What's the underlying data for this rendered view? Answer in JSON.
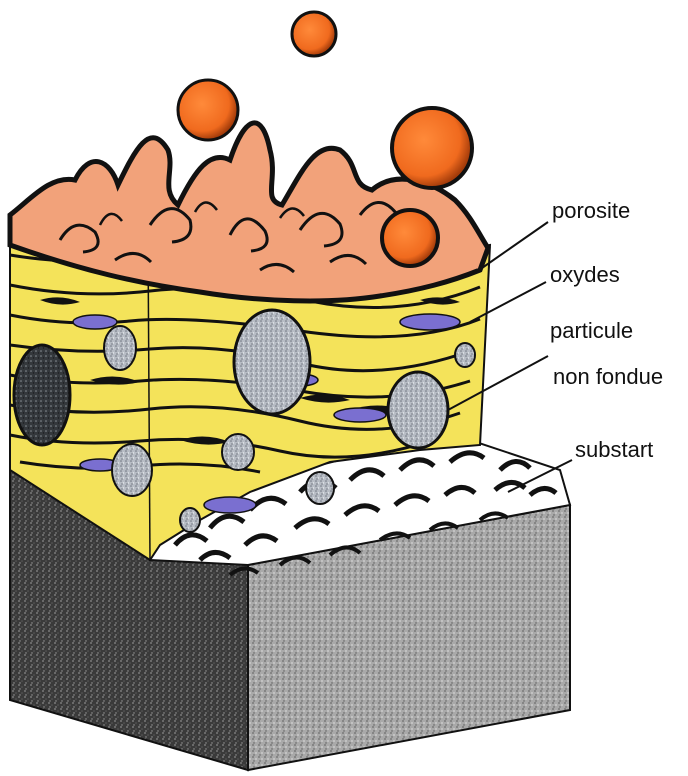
{
  "labels": {
    "porosite": "porosite",
    "oxydes": "oxydes",
    "particule": "particule",
    "non_fondue": "non fondue",
    "substart": "substart"
  },
  "colors": {
    "droplet": "#f06a1e",
    "splat": "#f2a27a",
    "lamella": "#f4e35a",
    "oxide": "#7a6fd0",
    "unmelted_particle": "#b7bcc4",
    "substrate_dark": "#2a2a2a",
    "substrate_light": "#bdbdbd"
  }
}
